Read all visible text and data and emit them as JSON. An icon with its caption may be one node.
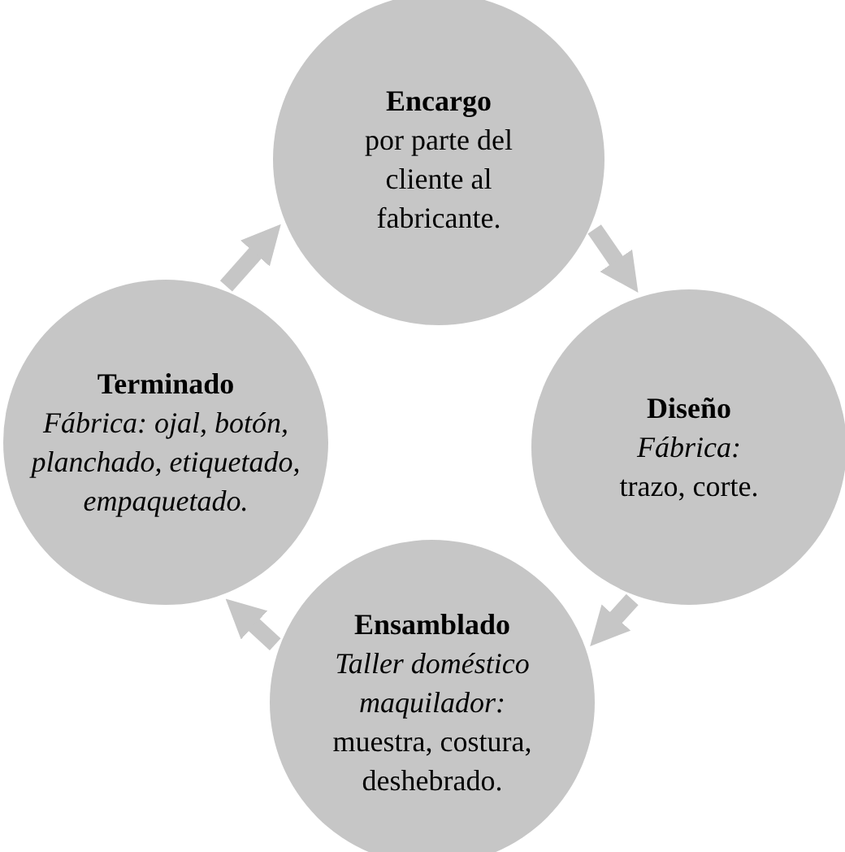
{
  "diagram": {
    "nodes": [
      {
        "text": [
          "Encargo",
          "por parte del cliente al fabricante."
        ]
      },
      {
        "text": [
          "Diseño",
          "*Fábrica:* trazo, corte."
        ]
      },
      {
        "text": [
          "Ensamblado",
          "*Taller doméstico maquilador:* muestra, costura, deshebrado."
        ]
      },
      {
        "text": [
          "Terminado",
          "*Fábrica: ojal, botón, planchado, etiquetado, empaquetado.*"
        ]
      }
    ],
    "edges": [
      {
        "from": 0,
        "to": 1,
        "arrow": "to"
      },
      {
        "from": 1,
        "to": 2,
        "arrow": "to"
      },
      {
        "from": 2,
        "to": 3,
        "arrow": "to"
      },
      {
        "from": 3,
        "to": 0,
        "arrow": "to"
      }
    ]
  }
}
